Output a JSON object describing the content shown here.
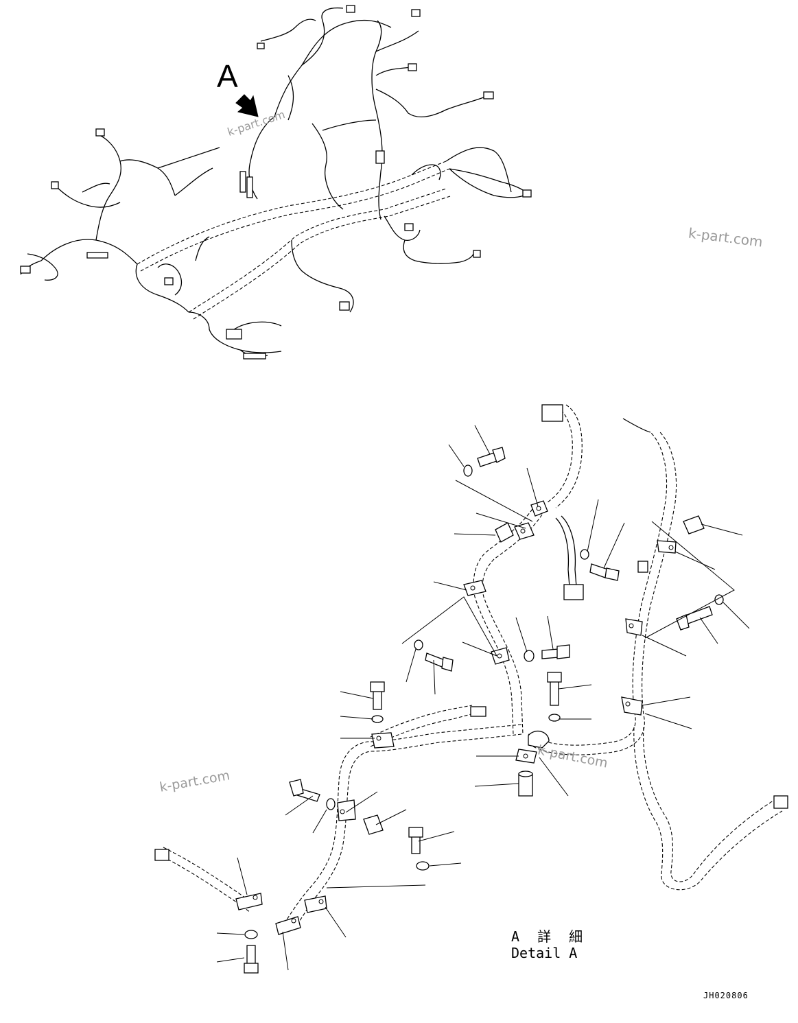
{
  "labels": {
    "view_marker": "A",
    "detail_jp": "A 詳 細",
    "detail_en": "Detail A",
    "drawing_code": "JH020806"
  },
  "watermarks": [
    "k-part.com",
    "k-part.com",
    "k-part.com",
    "k-part.com"
  ],
  "icons": {
    "arrow": "down-right-arrow-icon"
  }
}
